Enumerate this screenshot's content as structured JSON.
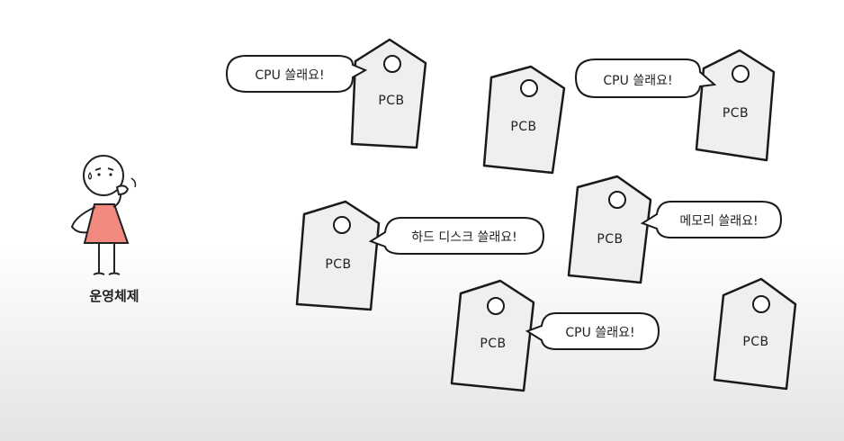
{
  "actor": {
    "name": "운영체제"
  },
  "tags": [
    {
      "label": "PCB"
    },
    {
      "label": "PCB"
    },
    {
      "label": "PCB"
    },
    {
      "label": "PCB"
    },
    {
      "label": "PCB"
    },
    {
      "label": "PCB"
    },
    {
      "label": "PCB"
    }
  ],
  "bubbles": [
    {
      "text": "CPU 쓸래요!"
    },
    {
      "text": "CPU 쓸래요!"
    },
    {
      "text": "하드 디스크 쓸래요!"
    },
    {
      "text": "메모리 쓸래요!"
    },
    {
      "text": "CPU 쓸래요!"
    }
  ]
}
